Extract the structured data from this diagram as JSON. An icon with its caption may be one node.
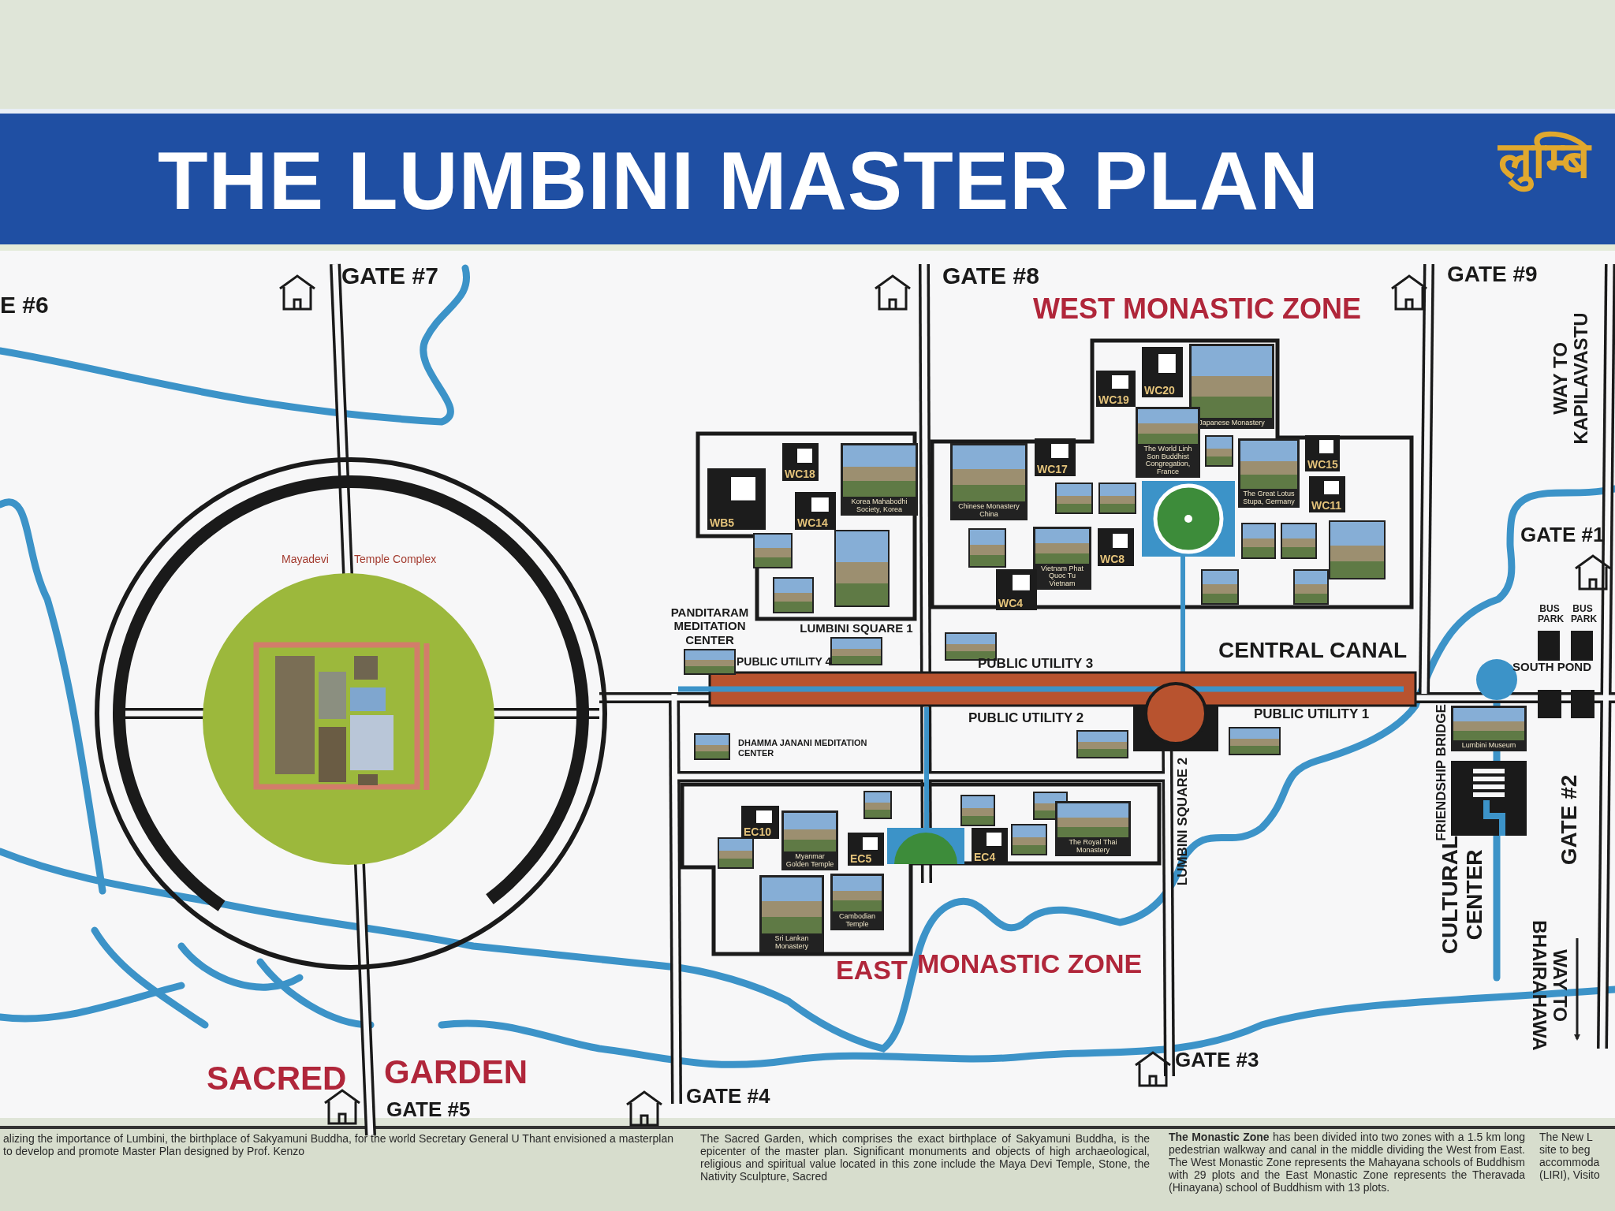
{
  "diagram": {
    "title": "THE LUMBINI MASTER PLAN",
    "nodes": [
      {
        "text": [
          "Mayadevi",
          "Temple Complex"
        ]
      },
      {
        "text": [
          "WC20"
        ]
      },
      {
        "text": [
          "Japanese Monastery"
        ]
      },
      {
        "text": [
          "WC19"
        ]
      },
      {
        "text": [
          "WC18"
        ]
      },
      {
        "text": [
          "Korea Mahabodhi Society, Korea"
        ]
      },
      {
        "text": [
          "Chinese Monastery China"
        ]
      },
      {
        "text": [
          "WC17"
        ]
      },
      {
        "text": [
          "The World Linh Son Buddhist Congregation, France"
        ]
      },
      {
        "text": [],
        "shape": "picture"
      },
      {
        "text": [
          "WC15"
        ]
      },
      {
        "text": [
          "WB5"
        ]
      },
      {
        "text": [
          "WC14"
        ]
      },
      {
        "text": [],
        "shape": "picture"
      },
      {
        "text": [],
        "shape": "picture"
      },
      {
        "text": [
          "The Great Lotus Stupa, Germany"
        ]
      },
      {
        "text": [
          "WC11"
        ]
      },
      {
        "text": [],
        "shape": "picture"
      },
      {
        "text": [],
        "shape": "picture"
      },
      {
        "text": [],
        "shape": "picture"
      },
      {
        "text": [
          "Vietnam Phat Quoc Tu Vietnam"
        ]
      },
      {
        "text": [
          "WC8"
        ]
      },
      {
        "text": [],
        "shape": "picture"
      },
      {
        "text": [],
        "shape": "picture"
      },
      {
        "text": [],
        "shape": "picture"
      },
      {
        "text": [
          "WC4"
        ]
      },
      {
        "text": [],
        "shape": "picture"
      },
      {
        "text": [],
        "shape": "picture"
      },
      {
        "text": [],
        "shape": "picture"
      },
      {
        "text": [
          "PANDITARAM MEDITATION CENTER"
        ]
      },
      {
        "text": [
          "LUMBINI SQUARE 1"
        ]
      },
      {
        "text": [],
        "shape": "picture"
      },
      {
        "text": [],
        "shape": "picture",
        "beside": [
          "DHAMMA JANANI MEDITATION CENTER"
        ]
      },
      {
        "text": [],
        "shape": "picture"
      },
      {
        "text": [],
        "shape": "picture"
      },
      {
        "text": [
          "Lumbini Museum"
        ]
      },
      {
        "text": [],
        "shape": "picture"
      },
      {
        "text": [],
        "shape": "picture"
      },
      {
        "text": [],
        "shape": "picture"
      },
      {
        "text": [
          "EC10"
        ]
      },
      {
        "text": [],
        "shape": "picture"
      },
      {
        "text": [
          "Myanmar Golden Temple"
        ]
      },
      {
        "text": [
          "EC5"
        ]
      },
      {
        "text": [
          "EC4"
        ]
      },
      {
        "text": [],
        "shape": "picture"
      },
      {
        "text": [
          "The Royal Thai Monastery"
        ]
      },
      {
        "text": [
          "Sri Lankan Monastery"
        ]
      },
      {
        "text": [
          "Cambodian Temple"
        ]
      }
    ],
    "labels": [
      "लुम्बि",
      "E #6",
      "GATE #7",
      "GATE #8",
      "GATE #9",
      "WEST MONASTIC ZONE",
      "WAY TO KAPILAVASTU",
      "GATE #1",
      "BUS PARK",
      "BUS PARK",
      "PUBLIC UTILITY 4",
      "PUBLIC UTILITY 3",
      "CENTRAL CANAL",
      "SOUTH POND",
      "PUBLIC UTILITY 2",
      "PUBLIC UTILITY 1",
      "LUMBINI SQUARE 2",
      "FRIENDSHIP BRIDGE",
      "GATE #2",
      "CULTURAL CENTER",
      "EAST",
      "MONASTIC ZONE",
      "WAY TO BHAIRAHAWA",
      "SACRED",
      "GARDEN",
      "GATE #3",
      "GATE #4",
      "GATE #5",
      "alizing the importance of Lumbini, the birthplace of Sakyamuni Buddha, for the world Secretary General U Thant envisioned a masterplan to develop and promote Master Plan designed by Prof. Kenzo",
      "The Sacred Garden, which comprises the exact birthplace of Sakyamuni Buddha, is the epicenter of the master plan. Significant monuments and objects of high archaeological, religious and spiritual value located in this zone include the Maya Devi Temple, Stone, the Nativity Sculpture, Sacred",
      "**The Monastic Zone** has been divided into two zones with a 1.5 km long pedestrian walkway and canal in the middle dividing the West from East. The West Monastic Zone represents the Mahayana schools of Buddhism with 29 plots and the East Monastic Zone represents the Theravada (Hinayana) school of Buddhism with 13 plots.",
      "The New L site to beg accommoda (LIRI), Visito"
    ]
  }
}
